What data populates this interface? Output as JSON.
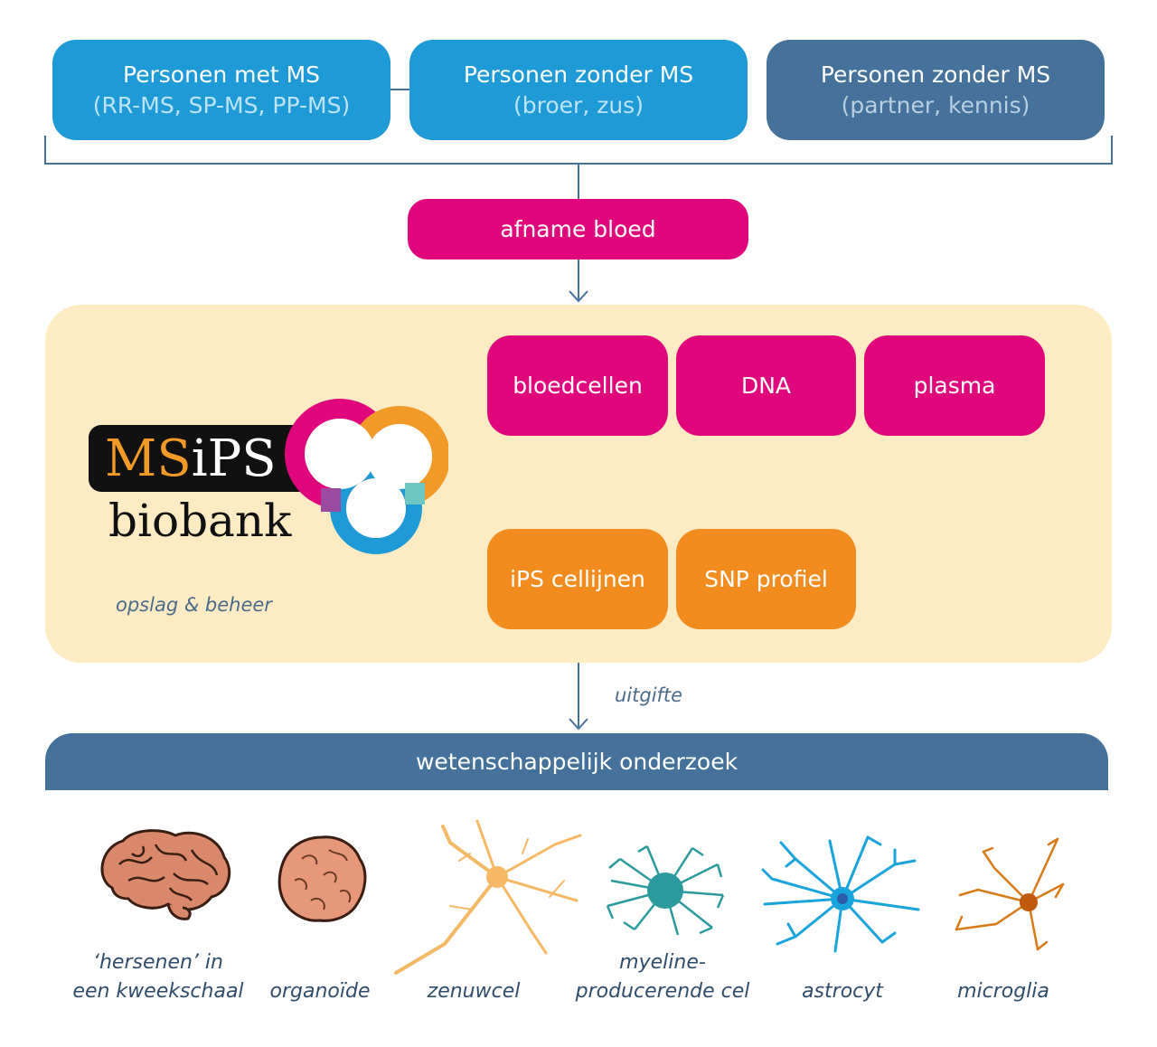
{
  "sources": [
    {
      "title": "Personen met MS",
      "subtitle": "(RR-MS, SP-MS, PP-MS)"
    },
    {
      "title": "Personen zonder MS",
      "subtitle": "(broer, zus)"
    },
    {
      "title": "Personen zonder MS",
      "subtitle": "(partner, kennis)"
    }
  ],
  "collection": "afname bloed",
  "biobank": {
    "logo_ms": "MS",
    "logo_i": "i",
    "logo_ps": "PS",
    "logo_sub": "biobank",
    "note": "opslag & beheer",
    "samples": [
      "bloedcellen",
      "DNA",
      "plasma"
    ],
    "derived": [
      "iPS cellijnen",
      "SNP profiel"
    ]
  },
  "release_note": "uitgifte",
  "research": "wetenschappelijk onderzoek",
  "applications": [
    {
      "line1": "‘hersenen’ in",
      "line2": "een kweekschaal",
      "icon": "brain-icon"
    },
    {
      "line1": "organoïde",
      "line2": "",
      "icon": "organoid-icon"
    },
    {
      "line1": "zenuwcel",
      "line2": "",
      "icon": "neuron-icon"
    },
    {
      "line1": "myeline-",
      "line2": "producerende cel",
      "icon": "oligodendrocyte-icon"
    },
    {
      "line1": "astrocyt",
      "line2": "",
      "icon": "astrocyte-icon"
    },
    {
      "line1": "microglia",
      "line2": "",
      "icon": "microglia-icon"
    }
  ],
  "colors": {
    "pink": "#e0077d",
    "orange": "#f28c1f",
    "blue": "#1e9ad6",
    "steel": "#45719a",
    "panel": "#fdebc4"
  }
}
